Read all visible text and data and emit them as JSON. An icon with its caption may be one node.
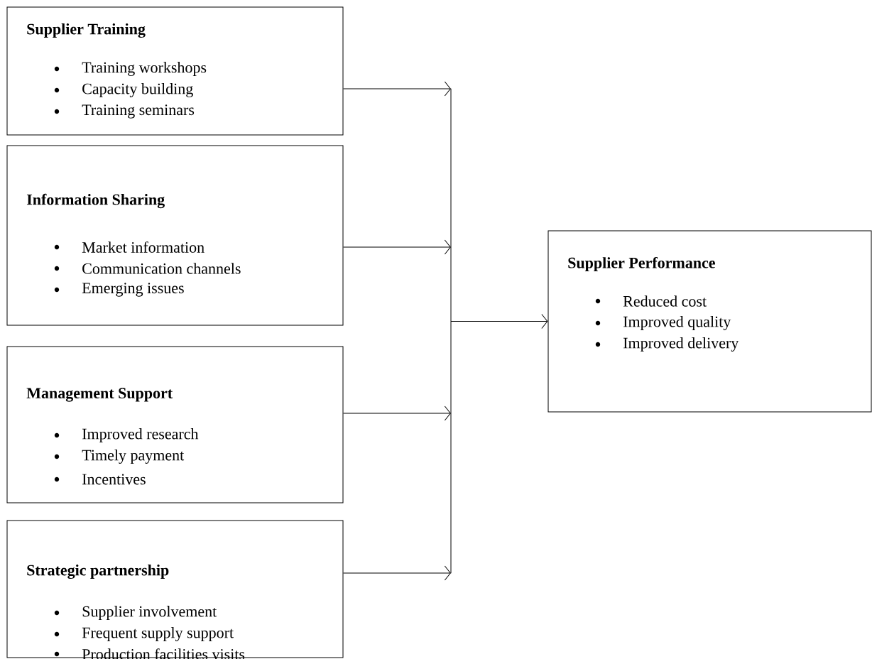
{
  "diagram": {
    "nodes": [
      {
        "text": [
          "Supplier Training",
          "Training workshops",
          "Capacity building",
          "Training seminars"
        ]
      },
      {
        "text": [
          "Information Sharing",
          "Market information",
          "Communication channels",
          "Emerging issues"
        ]
      },
      {
        "text": [
          "Management Support",
          "Improved research",
          "Timely payment",
          "Incentives"
        ]
      },
      {
        "text": [
          "Strategic partnership",
          "Supplier involvement",
          "Frequent supply support",
          "Production facilities visits"
        ]
      },
      {
        "text": [],
        "shape": "bar"
      },
      {
        "text": [
          "Supplier Performance",
          "Reduced cost",
          "Improved quality",
          "Improved delivery"
        ]
      }
    ],
    "edges": [
      {
        "from": 0,
        "to": 4,
        "arrow": "to"
      },
      {
        "from": 1,
        "to": 4,
        "arrow": "to"
      },
      {
        "from": 2,
        "to": 4,
        "arrow": "to"
      },
      {
        "from": 3,
        "to": 4,
        "arrow": "to"
      },
      {
        "from": 4,
        "to": 5,
        "arrow": "to"
      }
    ]
  }
}
